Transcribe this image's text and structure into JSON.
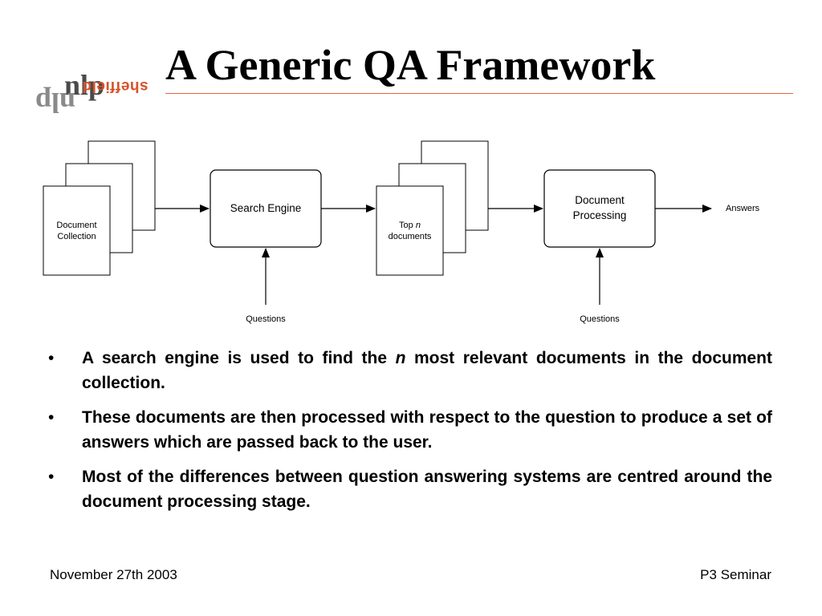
{
  "logo": {
    "top_word": "nlp",
    "flipped_word": "nlp",
    "flipped_caption": "sheffield"
  },
  "title": "A Generic QA Framework",
  "diagram": {
    "nodes": {
      "document_collection": {
        "line1": "Document",
        "line2": "Collection"
      },
      "search_engine": {
        "label": "Search Engine"
      },
      "top_n_documents": {
        "prefix": "Top",
        "variable": "n",
        "line2": "documents"
      },
      "document_processing": {
        "line1": "Document",
        "line2": "Processing"
      },
      "answers": {
        "label": "Answers"
      }
    },
    "inputs": {
      "questions_search": "Questions",
      "questions_processing": "Questions"
    },
    "colors": {
      "stroke": "#000000",
      "fill": "#ffffff"
    }
  },
  "bullets": {
    "marker": "•",
    "items": [
      {
        "before": "A search engine is used to find the ",
        "emphasis": "n",
        "after": " most relevant documents in the document collection."
      },
      {
        "text": "These documents are then processed with respect to the question to produce a set of answers which are passed back to the user."
      },
      {
        "text": "Most of the differences between question answering systems are centred around the document processing stage."
      }
    ]
  },
  "footer": {
    "date": "November 27th 2003",
    "event": "P3 Seminar"
  },
  "colors": {
    "accent": "#e8643c",
    "logo_dark": "#4a4a4a",
    "logo_light": "#8a8a8a",
    "logo_orange": "#d6532a"
  }
}
